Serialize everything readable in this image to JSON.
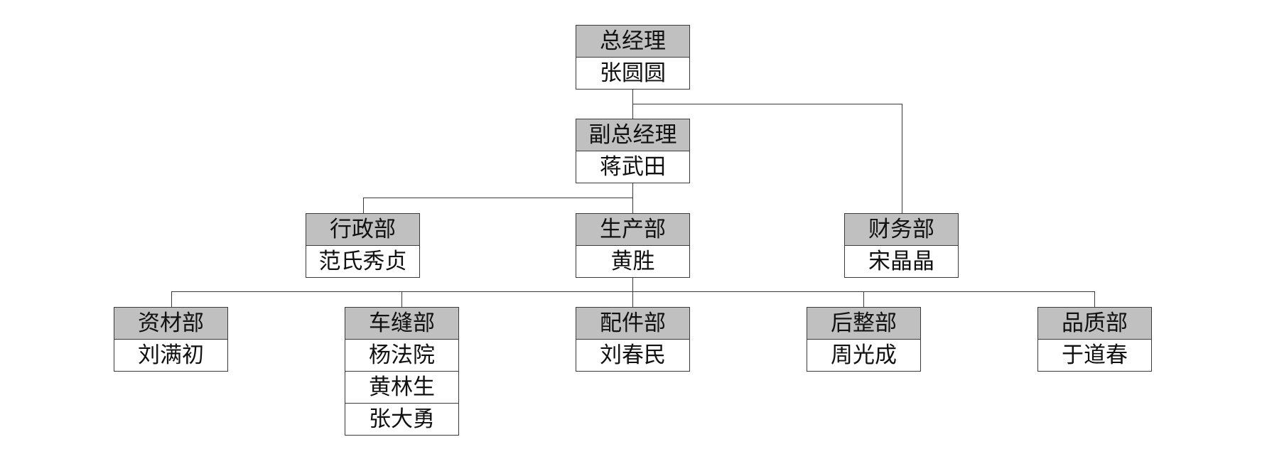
{
  "org_chart": {
    "general_manager": {
      "title": "总经理",
      "members": [
        "张圆圆"
      ]
    },
    "deputy_general_manager": {
      "title": "副总经理",
      "members": [
        "蒋武田"
      ]
    },
    "admin_dept": {
      "title": "行政部",
      "members": [
        "范氏秀贞"
      ]
    },
    "production_dept": {
      "title": "生产部",
      "members": [
        "黄胜"
      ]
    },
    "finance_dept": {
      "title": "财务部",
      "members": [
        "宋晶晶"
      ]
    },
    "materials_dept": {
      "title": "资材部",
      "members": [
        "刘满初"
      ]
    },
    "sewing_dept": {
      "title": "车缝部",
      "members": [
        "杨法院",
        "黄林生",
        "张大勇"
      ]
    },
    "parts_dept": {
      "title": "配件部",
      "members": [
        "刘春民"
      ]
    },
    "finishing_dept": {
      "title": "后整部",
      "members": [
        "周光成"
      ]
    },
    "quality_dept": {
      "title": "品质部",
      "members": [
        "于道春"
      ]
    }
  }
}
